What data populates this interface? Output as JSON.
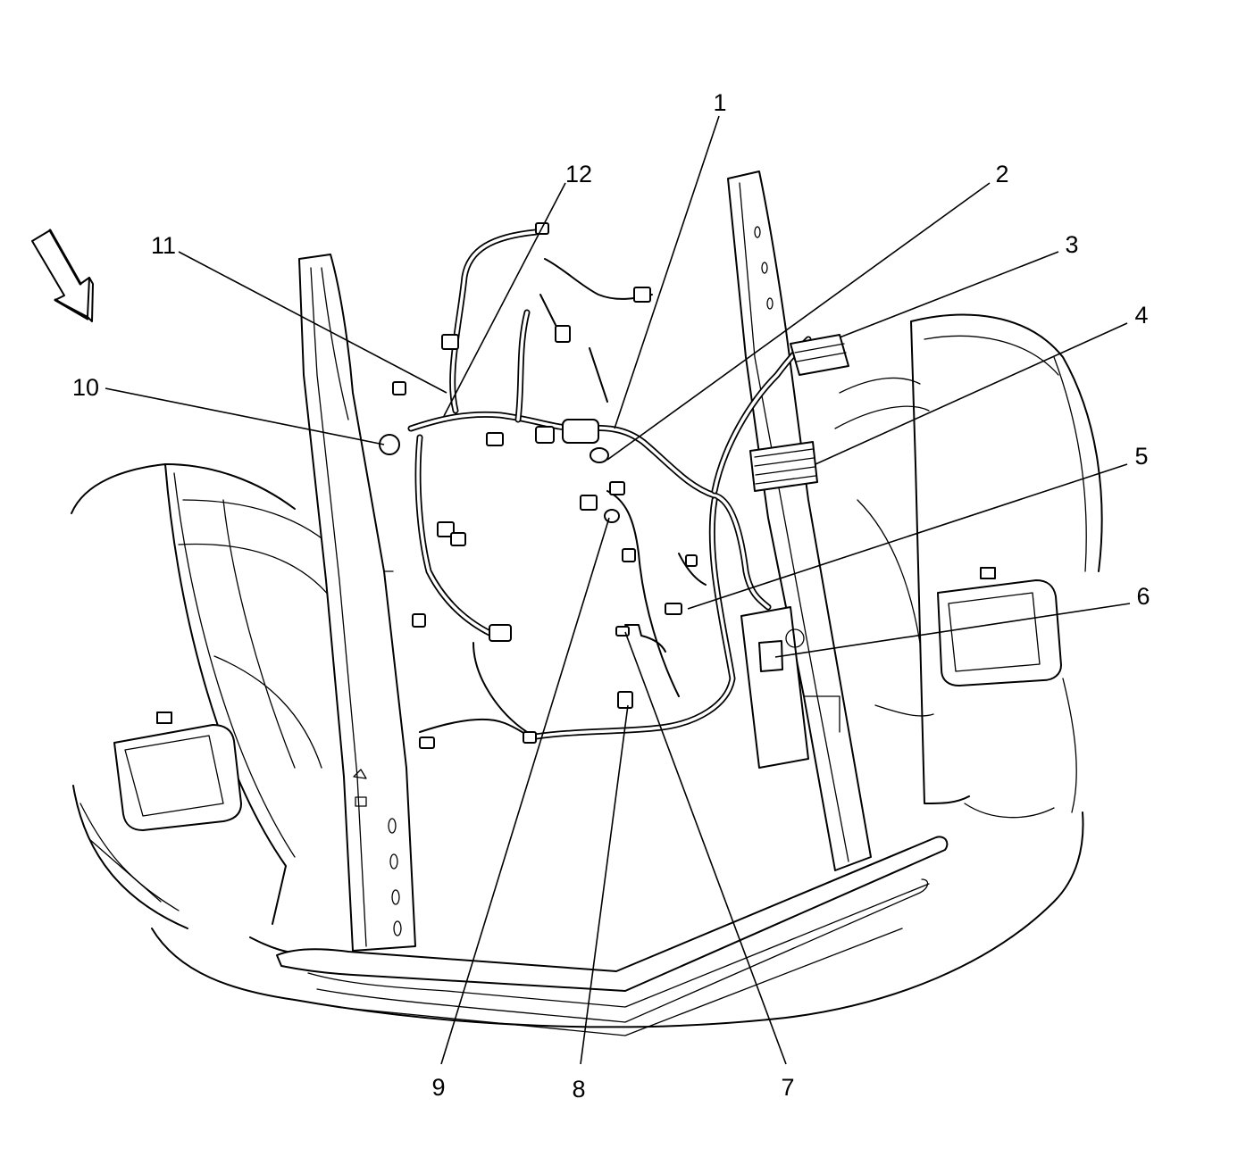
{
  "diagram": {
    "callouts": [
      {
        "label": "1"
      },
      {
        "label": "2"
      },
      {
        "label": "3"
      },
      {
        "label": "4"
      },
      {
        "label": "5"
      },
      {
        "label": "6"
      },
      {
        "label": "7"
      },
      {
        "label": "8"
      },
      {
        "label": "9"
      },
      {
        "label": "10"
      },
      {
        "label": "11"
      },
      {
        "label": "12"
      }
    ],
    "direction_arrow_icon": "front-direction-arrow-icon"
  }
}
